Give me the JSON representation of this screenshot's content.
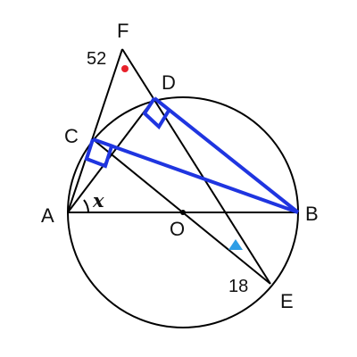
{
  "diagram": {
    "points": {
      "F": "F",
      "D": "D",
      "C": "C",
      "A": "A",
      "O": "O",
      "B": "B",
      "E": "E"
    },
    "angle_labels": {
      "at_F": "52",
      "at_A": "x",
      "at_E": "18"
    },
    "colors": {
      "lines": "#000000",
      "highlight": "#1f35e0",
      "dot_marker": "#e8212b",
      "triangle_marker": "#2f9ee6"
    }
  }
}
